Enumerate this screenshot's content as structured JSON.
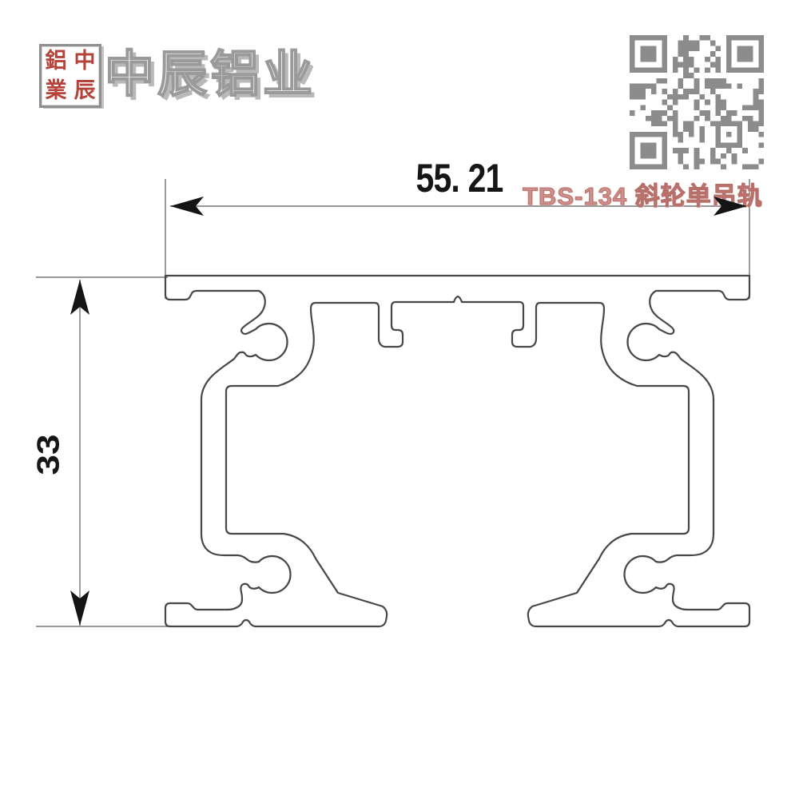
{
  "brand": {
    "company_name": "中辰铝业",
    "seal_chars": [
      "鋁",
      "中",
      "業",
      "辰"
    ]
  },
  "label": {
    "model": "TBS-134",
    "product_name": "斜轮单吊轨",
    "text": "TBS-134  斜轮单吊轨"
  },
  "dimensions": {
    "width": "55. 21",
    "height": "33"
  },
  "colors": {
    "seal_red": "#b5433a",
    "label_red": "#cf8f8a",
    "outline": "#474747",
    "dim_line": "#8a8a8a",
    "arrow": "#141414",
    "qr_gray": "#8c8c8c"
  },
  "qr": {
    "modules": 25
  }
}
